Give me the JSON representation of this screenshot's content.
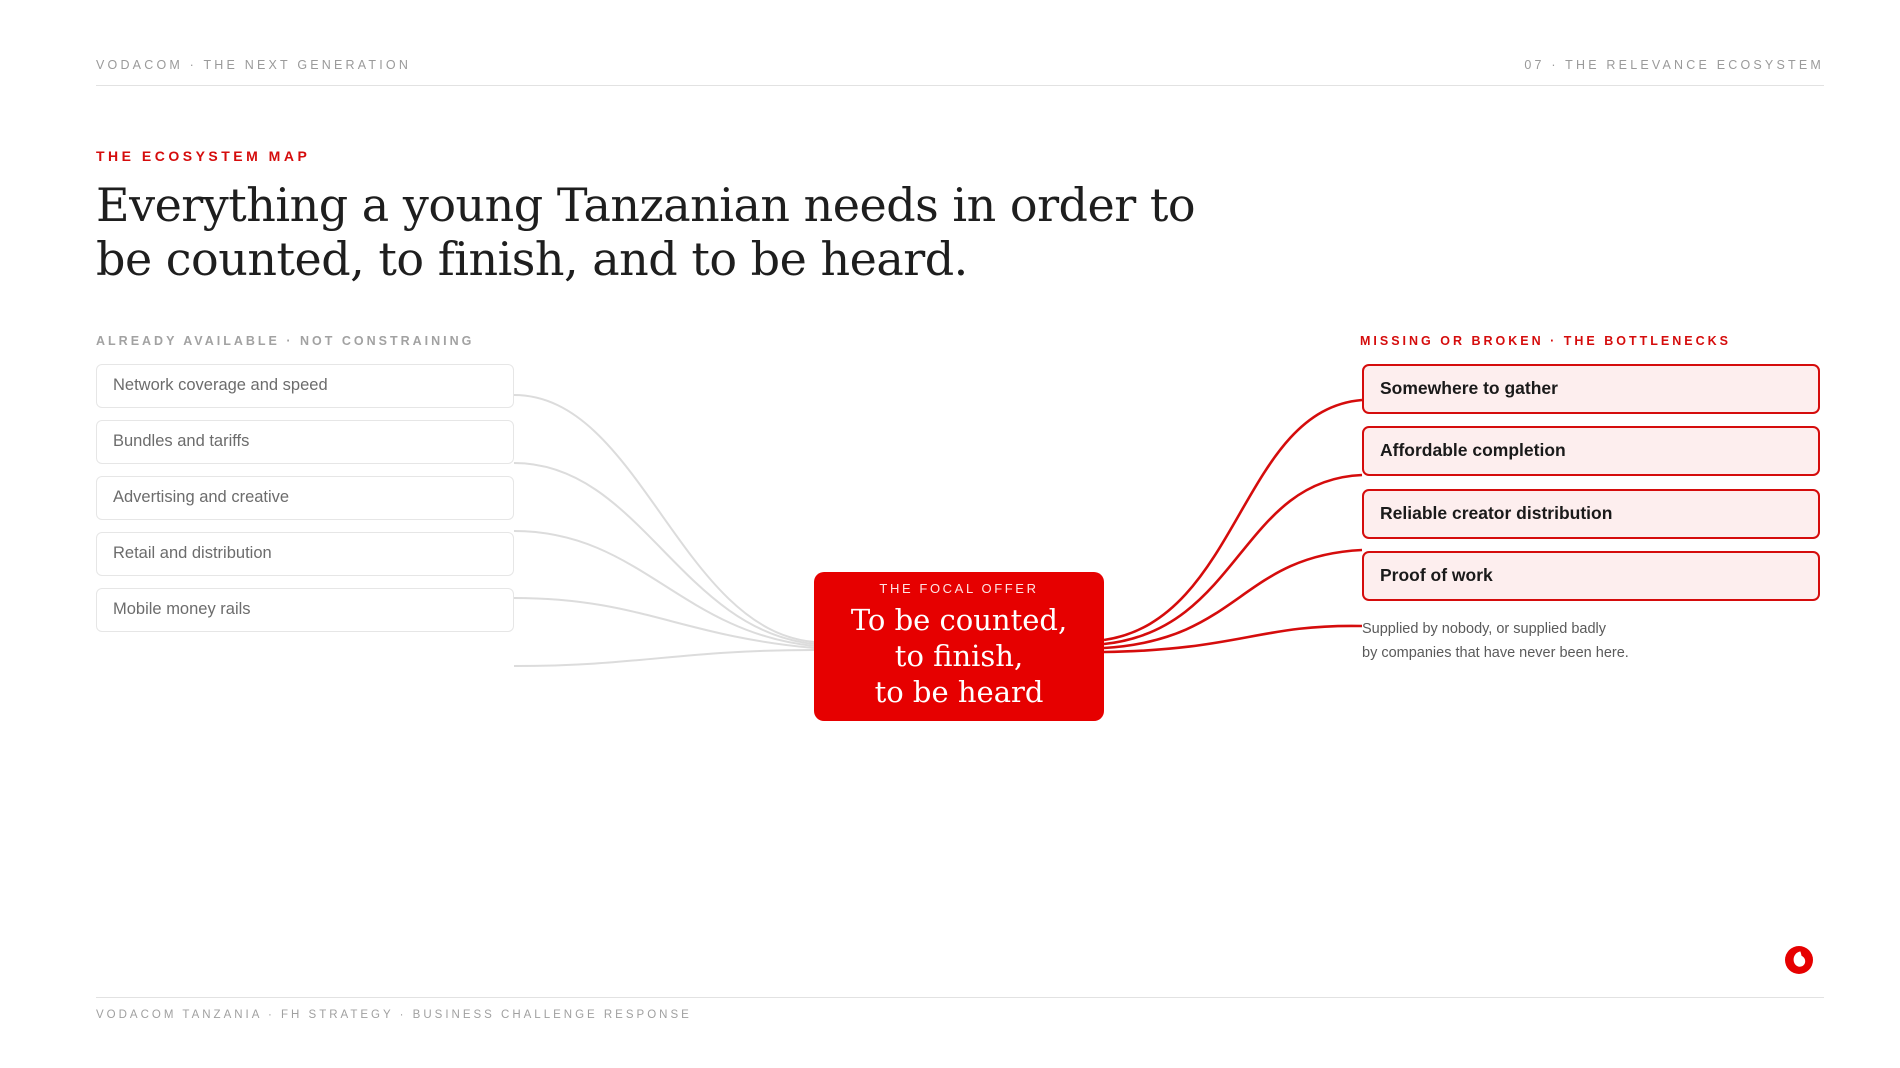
{
  "header": {
    "left": "VODACOM · THE NEXT GENERATION",
    "right": "07 · THE RELEVANCE ECOSYSTEM"
  },
  "eyebrow": "THE ECOSYSTEM MAP",
  "title": "Everything a young Tanzanian needs in order to be counted, to finish, and to be heard.",
  "left_column": {
    "label": "ALREADY AVAILABLE · NOT CONSTRAINING",
    "items": [
      "Network coverage and speed",
      "Bundles and tariffs",
      "Advertising and creative",
      "Retail and distribution",
      "Mobile money rails"
    ]
  },
  "focal": {
    "label": "THE FOCAL OFFER",
    "text": "To be counted,\nto finish,\nto be heard"
  },
  "right_column": {
    "label": "MISSING OR BROKEN · THE BOTTLENECKS",
    "items": [
      "Somewhere to gather",
      "Affordable completion",
      "Reliable creator distribution",
      "Proof of work"
    ],
    "note_line1": "Supplied by nobody, or supplied badly",
    "note_line2": "by companies that have never been here."
  },
  "footer": "VODACOM TANZANIA · FH STRATEGY · BUSINESS CHALLENGE RESPONSE",
  "colors": {
    "accent": "#e60000",
    "bottleneck_border": "#d50c0c",
    "bottleneck_fill": "#fdeeee",
    "muted_line": "#dcdcdc"
  },
  "icons": {
    "brand": "vodafone-speech-mark-icon"
  }
}
